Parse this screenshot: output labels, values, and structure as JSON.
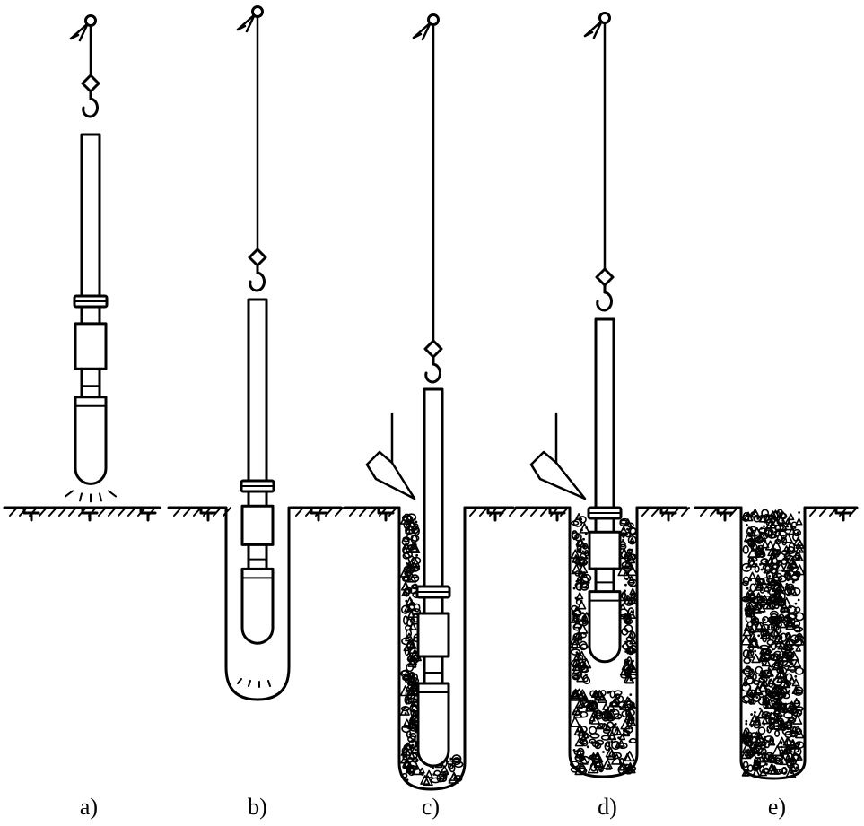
{
  "colors": {
    "ink": "#000000",
    "paper": "#ffffff"
  },
  "labels": {
    "a": "a)",
    "b": "b)",
    "c": "c)",
    "d": "d)",
    "e": "e)"
  }
}
